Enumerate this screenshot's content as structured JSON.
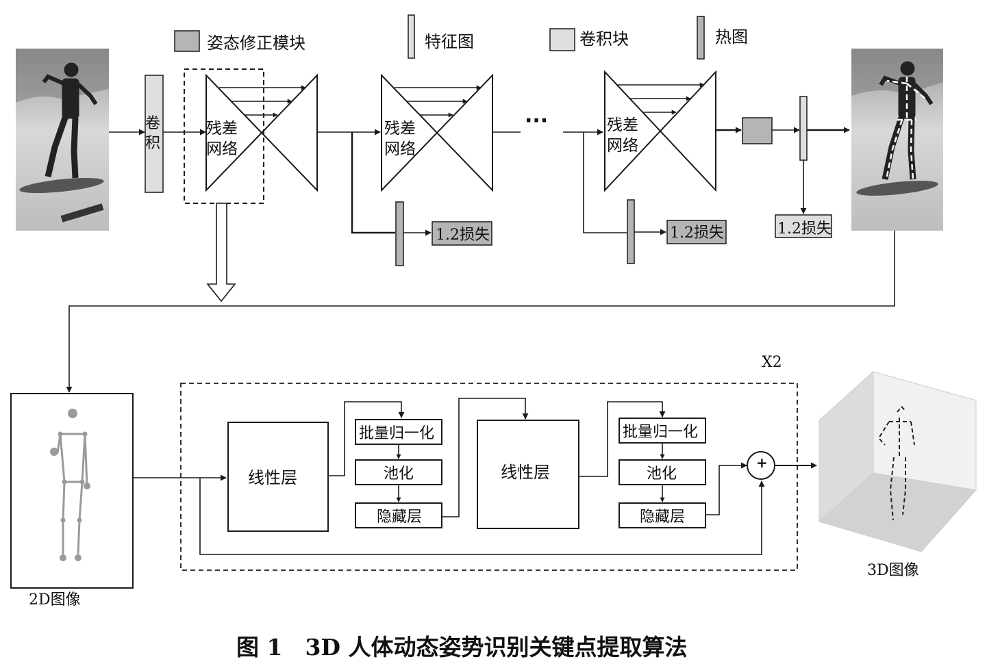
{
  "legend": {
    "pose_module": "姿态修正模块",
    "feature_map": "特征图",
    "conv_block": "卷积块",
    "heatmap": "热图"
  },
  "top": {
    "conv_label_1": "卷",
    "conv_label_2": "积",
    "resnet_line1": "残差",
    "resnet_line2": "网络",
    "ellipsis": "···",
    "loss": "1.2损失"
  },
  "bottom": {
    "repeat": "X2",
    "linear": "线性层",
    "batchnorm": "批量归一化",
    "pool": "池化",
    "hidden": "隐藏层",
    "plus": "+",
    "label_2d": "2D图像",
    "label_3d": "3D图像"
  },
  "caption": "图 1　3D 人体动态姿势识别关键点提取算法",
  "colors": {
    "dark_gray": "#b5b5b5",
    "light_gray": "#dedede",
    "stroke": "#1a1a1a"
  }
}
